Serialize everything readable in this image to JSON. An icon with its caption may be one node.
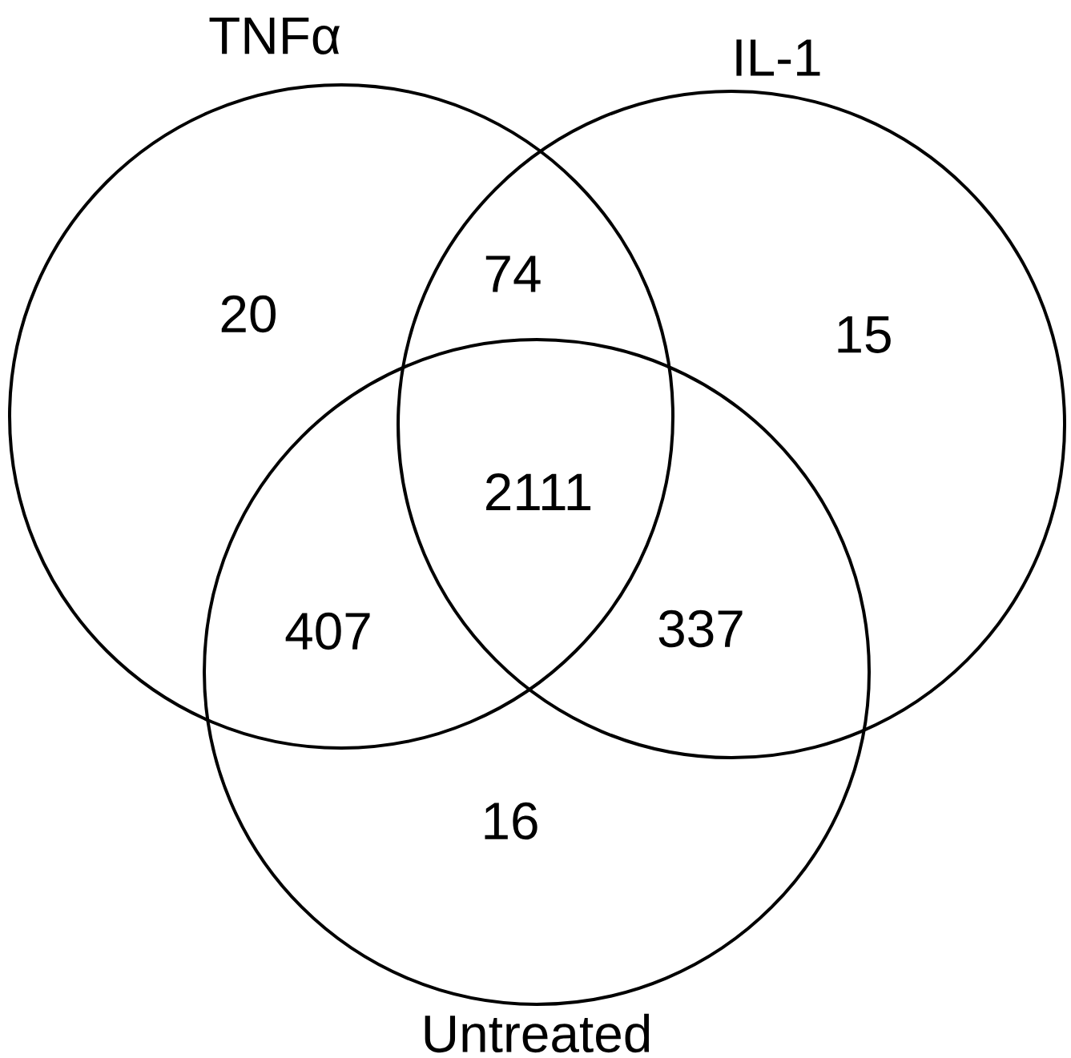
{
  "diagram": {
    "nodes": [
      {
        "text": [
          "TNFα"
        ]
      },
      {
        "text": [
          "IL-1"
        ]
      },
      {
        "text": [
          "Untreated"
        ]
      }
    ],
    "labels": [
      "74",
      "20",
      "15",
      "2111",
      "407",
      "337",
      "16"
    ]
  }
}
